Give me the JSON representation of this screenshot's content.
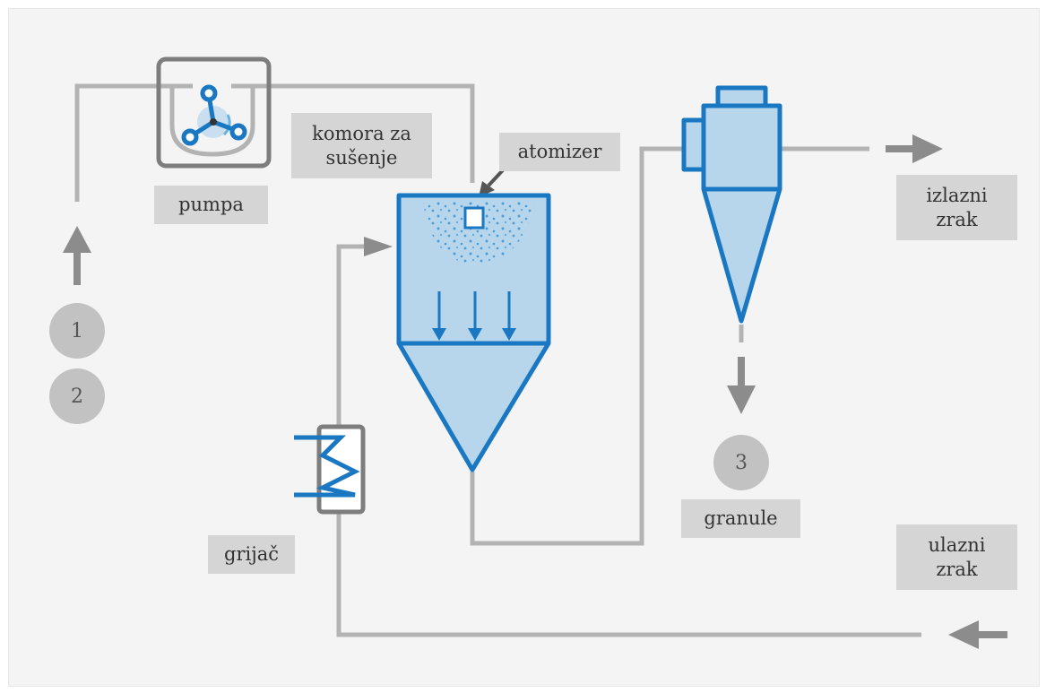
{
  "labels": {
    "pump": "pumpa",
    "drying_chamber_line1": "komora za",
    "drying_chamber_line2": "sušenje",
    "atomizer": "atomizer",
    "outlet_air_line1": "izlazni",
    "outlet_air_line2": "zrak",
    "heater": "grijač",
    "granules": "granule",
    "inlet_air_line1": "ulazni",
    "inlet_air_line2": "zrak"
  },
  "badges": {
    "feed_1": "1",
    "feed_2": "2",
    "product_3": "3"
  },
  "colors": {
    "background": "#f4f4f4",
    "pipe": "#b3b3b3",
    "arrow": "#8c8c8c",
    "equipment_stroke": "#1a78c2",
    "equipment_fill": "#b7d6ec",
    "label_bg": "#d5d5d5",
    "badge_bg": "#c2c2c2"
  },
  "icons": [
    "pump-icon",
    "drying-chamber-icon",
    "cyclone-icon",
    "heater-icon",
    "atomizer-nozzle-icon"
  ]
}
